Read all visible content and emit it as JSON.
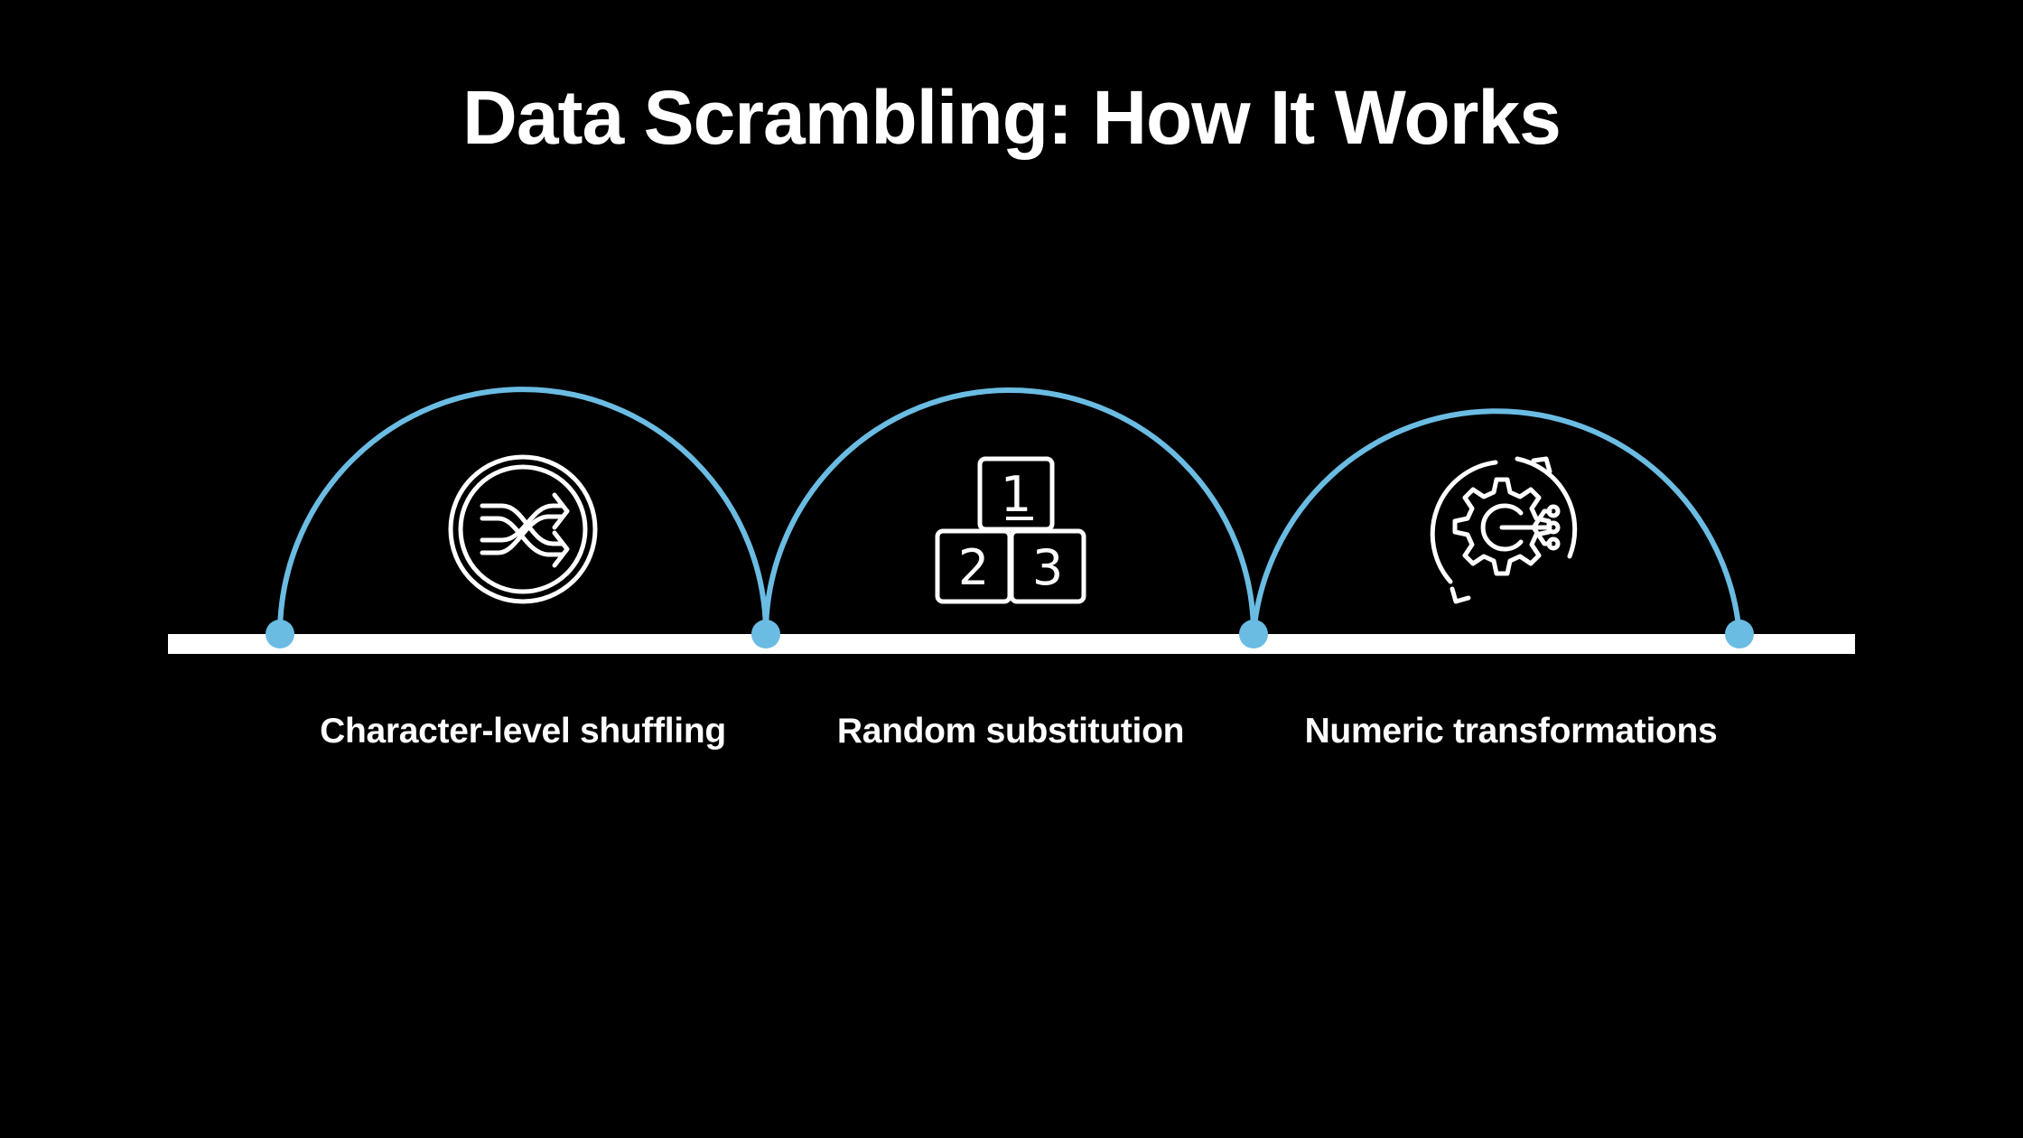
{
  "title": "Data Scrambling: How It Works",
  "colors": {
    "background": "#000000",
    "timeline": "#ffffff",
    "accent": "#6bbce3",
    "text": "#ffffff"
  },
  "steps": [
    {
      "label": "Character-level shuffling",
      "icon": "shuffle-icon"
    },
    {
      "label": "Random substitution",
      "icon": "number-blocks-icon"
    },
    {
      "label": "Numeric transformations",
      "icon": "gear-transform-icon"
    }
  ],
  "number_blocks": {
    "top": "1",
    "bottom_left": "2",
    "bottom_right": "3"
  }
}
